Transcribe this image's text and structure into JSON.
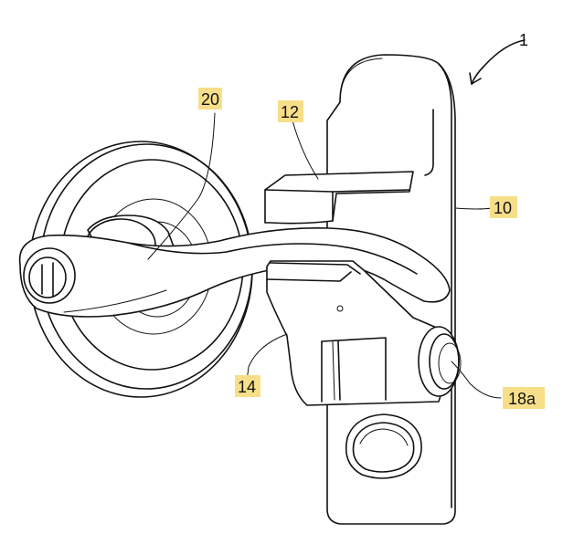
{
  "figure": {
    "ref_main": "1",
    "labels": {
      "l20": "20",
      "l12": "12",
      "l10": "10",
      "l14": "14",
      "l18a": "18a"
    }
  },
  "colors": {
    "label_highlight": "#f7df8a",
    "line": "#111111",
    "background": "#ffffff"
  }
}
